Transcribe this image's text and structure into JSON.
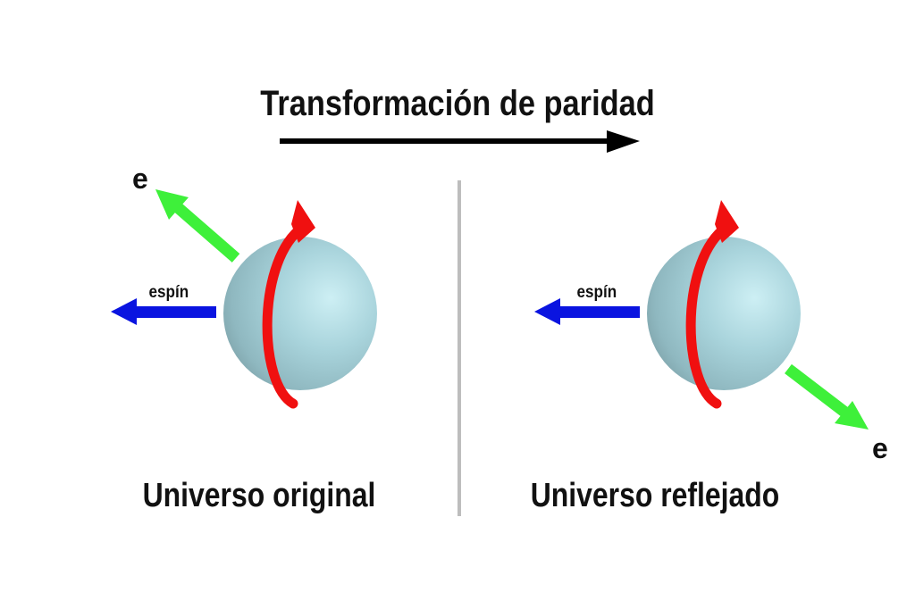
{
  "title": "Transformación de paridad",
  "panels": {
    "left": {
      "title": "Universo original",
      "electron_label": "e",
      "spin_label": "espín"
    },
    "right": {
      "title": "Universo reflejado",
      "electron_label": "e",
      "spin_label": "espín"
    }
  },
  "colors": {
    "sphere": "#a8d0d8",
    "rotation_arrow": "#f01010",
    "spin_arrow": "#0a14e0",
    "electron_arrow": "#3ef03a",
    "divider": "#bdbdbd",
    "transform_arrow": "#000000"
  }
}
